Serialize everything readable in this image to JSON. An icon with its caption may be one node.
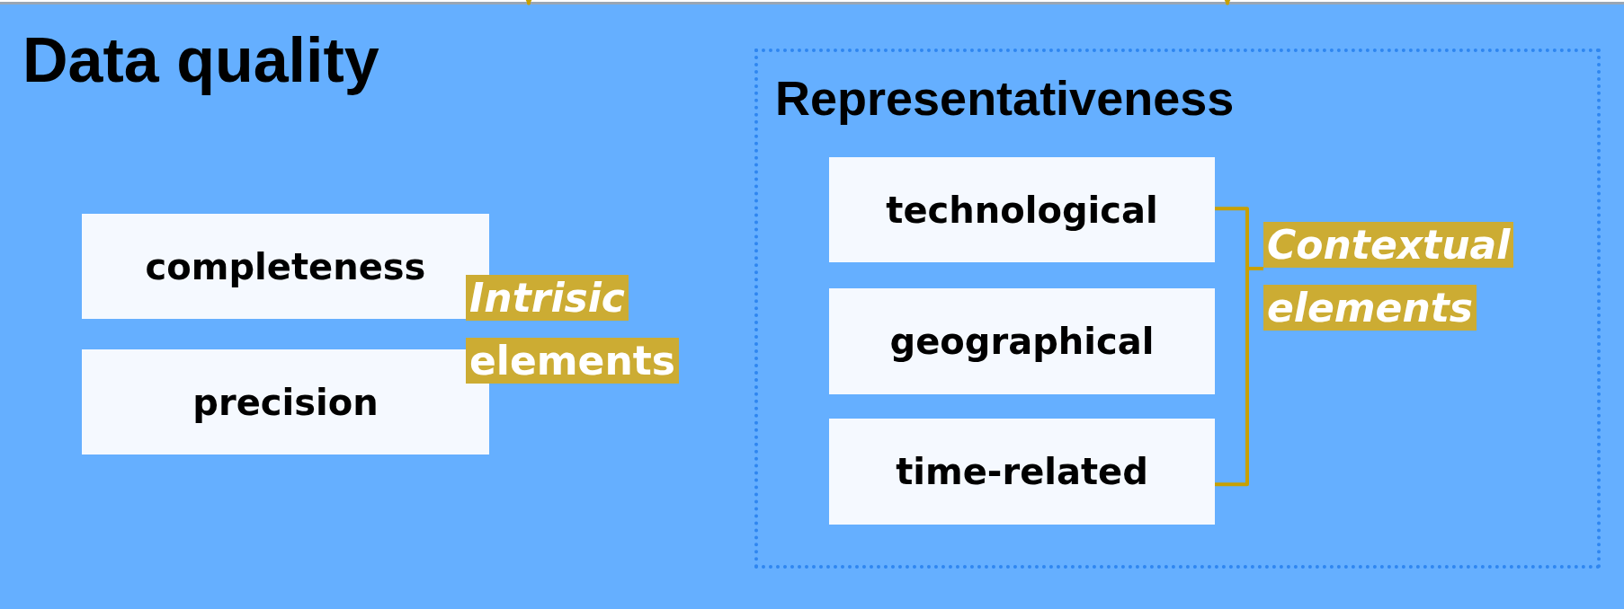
{
  "diagram": {
    "nodes": [
      {
        "text": [
          "Data quality"
        ]
      },
      {
        "text": [
          "completeness"
        ],
        "in": 0
      },
      {
        "text": [
          "precision"
        ],
        "in": 0
      },
      {
        "text": [
          "*Intrisic* elements"
        ],
        "in": 0
      },
      {
        "text": [
          "Representativeness"
        ],
        "in": 0
      },
      {
        "text": [
          "technological"
        ],
        "in": 4
      },
      {
        "text": [
          "geographical"
        ],
        "in": 4
      },
      {
        "text": [
          "time-related"
        ],
        "in": 4
      },
      {
        "text": [
          "Contextual elements"
        ],
        "in": 4
      }
    ],
    "edges": [
      {
        "from": null,
        "to": 0,
        "arrow": "to"
      },
      {
        "from": null,
        "to": 0,
        "arrow": "to"
      },
      {
        "from": 5,
        "to": 8,
        "arrow": "none"
      },
      {
        "from": 7,
        "to": 8,
        "arrow": "none"
      }
    ]
  }
}
